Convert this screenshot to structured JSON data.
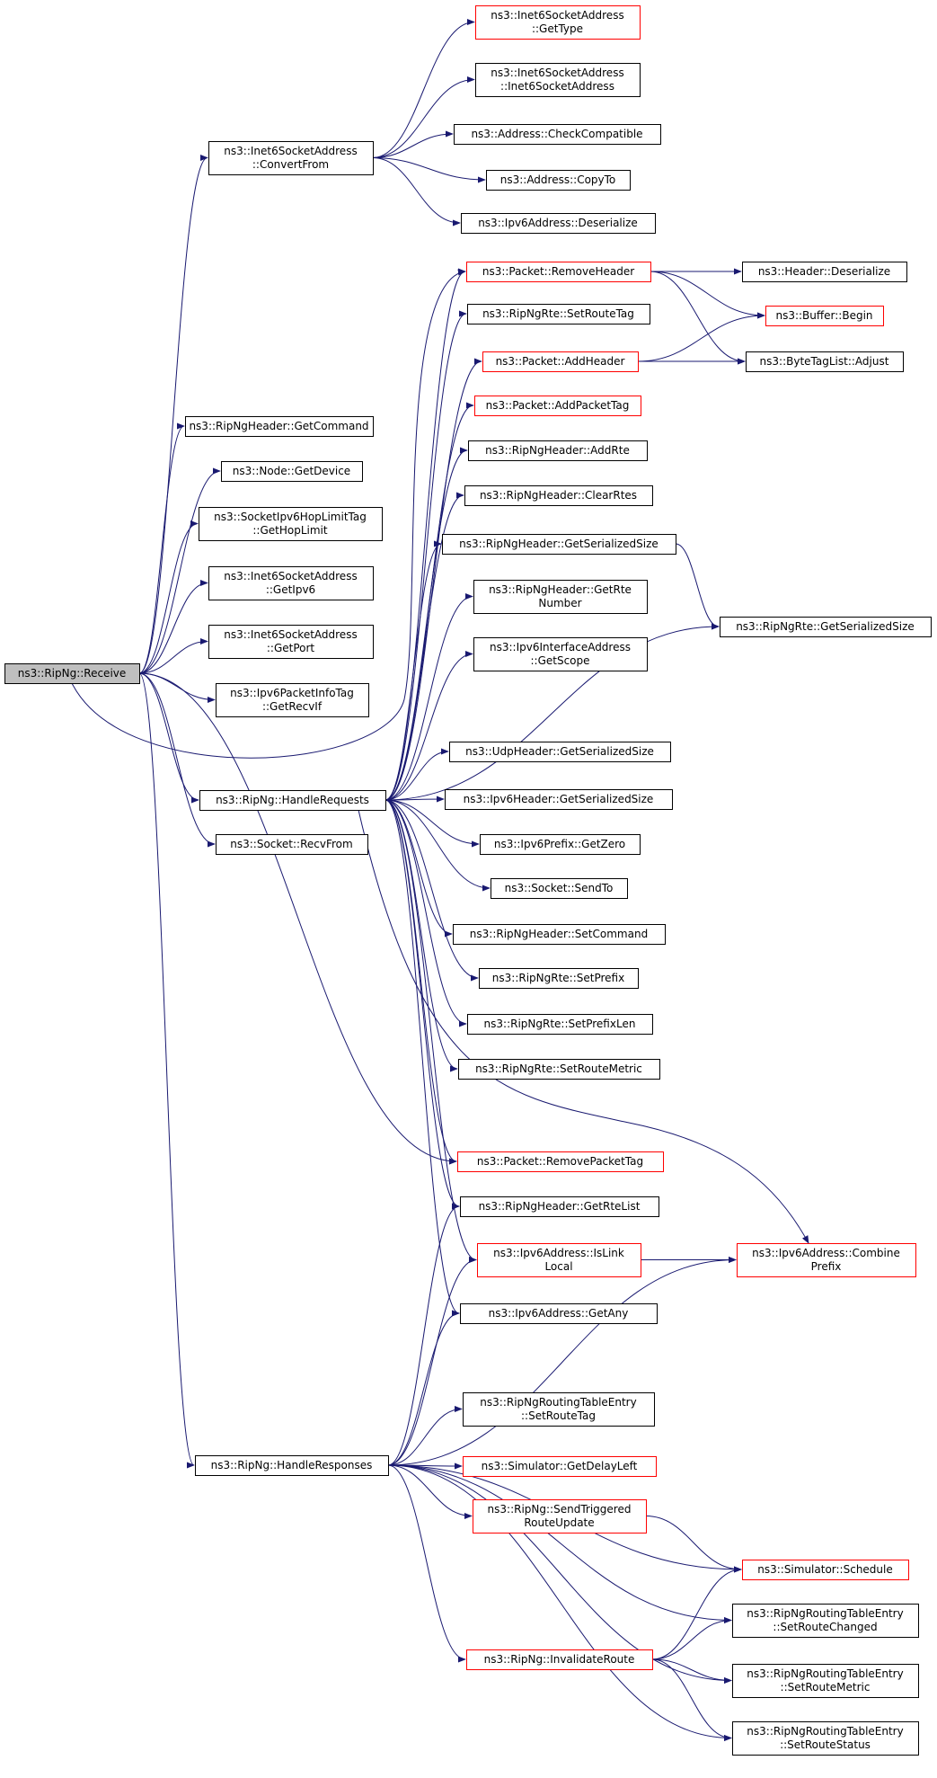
{
  "graph_title": "",
  "colors": {
    "edge": "#191970",
    "node_border": "#000000",
    "truncated_border": "#ff0000",
    "root_fill": "#bfbfbf"
  },
  "nodes": [
    {
      "id": "receive",
      "lines": [
        "ns3::RipNg::Receive"
      ],
      "style": "root"
    },
    {
      "id": "i6sa_convertfrom",
      "lines": [
        "ns3::Inet6SocketAddress",
        "::ConvertFrom"
      ]
    },
    {
      "id": "i6sa_gettype",
      "lines": [
        "ns3::Inet6SocketAddress",
        "::GetType"
      ],
      "style": "red"
    },
    {
      "id": "i6sa_ctor",
      "lines": [
        "ns3::Inet6SocketAddress",
        "::Inet6SocketAddress"
      ]
    },
    {
      "id": "addr_checkcompat",
      "lines": [
        "ns3::Address::CheckCompatible"
      ]
    },
    {
      "id": "addr_copyto",
      "lines": [
        "ns3::Address::CopyTo"
      ]
    },
    {
      "id": "ipv6addr_deserialize",
      "lines": [
        "ns3::Ipv6Address::Deserialize"
      ]
    },
    {
      "id": "pkt_removeheader",
      "lines": [
        "ns3::Packet::RemoveHeader"
      ],
      "style": "red"
    },
    {
      "id": "header_deserialize",
      "lines": [
        "ns3::Header::Deserialize"
      ]
    },
    {
      "id": "buffer_begin",
      "lines": [
        "ns3::Buffer::Begin"
      ],
      "style": "red"
    },
    {
      "id": "rte_setroutetag",
      "lines": [
        "ns3::RipNgRte::SetRouteTag"
      ]
    },
    {
      "id": "pkt_addheader",
      "lines": [
        "ns3::Packet::AddHeader"
      ],
      "style": "red"
    },
    {
      "id": "btl_adjust",
      "lines": [
        "ns3::ByteTagList::Adjust"
      ]
    },
    {
      "id": "pkt_addpackettag",
      "lines": [
        "ns3::Packet::AddPacketTag"
      ],
      "style": "red"
    },
    {
      "id": "hdr_getcommand",
      "lines": [
        "ns3::RipNgHeader::GetCommand"
      ]
    },
    {
      "id": "hdr_addrte",
      "lines": [
        "ns3::RipNgHeader::AddRte"
      ]
    },
    {
      "id": "node_getdevice",
      "lines": [
        "ns3::Node::GetDevice"
      ]
    },
    {
      "id": "hdr_clearrtes",
      "lines": [
        "ns3::RipNgHeader::ClearRtes"
      ]
    },
    {
      "id": "hoplimit_gethoplimit",
      "lines": [
        "ns3::SocketIpv6HopLimitTag",
        "::GetHopLimit"
      ]
    },
    {
      "id": "hdr_getserializedsize",
      "lines": [
        "ns3::RipNgHeader::GetSerializedSize"
      ]
    },
    {
      "id": "i6sa_getipv6",
      "lines": [
        "ns3::Inet6SocketAddress",
        "::GetIpv6"
      ]
    },
    {
      "id": "hdr_getrtenumber",
      "lines": [
        "ns3::RipNgHeader::GetRte",
        "Number"
      ]
    },
    {
      "id": "rte_getserializedsize",
      "lines": [
        "ns3::RipNgRte::GetSerializedSize"
      ]
    },
    {
      "id": "i6sa_getport",
      "lines": [
        "ns3::Inet6SocketAddress",
        "::GetPort"
      ]
    },
    {
      "id": "ifaddr_getscope",
      "lines": [
        "ns3::Ipv6InterfaceAddress",
        "::GetScope"
      ]
    },
    {
      "id": "pktinfo_getrecvif",
      "lines": [
        "ns3::Ipv6PacketInfoTag",
        "::GetRecvIf"
      ]
    },
    {
      "id": "udp_getserializedsize",
      "lines": [
        "ns3::UdpHeader::GetSerializedSize"
      ]
    },
    {
      "id": "handlerequests",
      "lines": [
        "ns3::RipNg::HandleRequests"
      ]
    },
    {
      "id": "ipv6hdr_getserializedsize",
      "lines": [
        "ns3::Ipv6Header::GetSerializedSize"
      ]
    },
    {
      "id": "socket_recvfrom",
      "lines": [
        "ns3::Socket::RecvFrom"
      ]
    },
    {
      "id": "prefix_getzero",
      "lines": [
        "ns3::Ipv6Prefix::GetZero"
      ]
    },
    {
      "id": "socket_sendto",
      "lines": [
        "ns3::Socket::SendTo"
      ]
    },
    {
      "id": "hdr_setcommand",
      "lines": [
        "ns3::RipNgHeader::SetCommand"
      ]
    },
    {
      "id": "rte_setprefix",
      "lines": [
        "ns3::RipNgRte::SetPrefix"
      ]
    },
    {
      "id": "rte_setprefixlen",
      "lines": [
        "ns3::RipNgRte::SetPrefixLen"
      ]
    },
    {
      "id": "rte_setroutemetric",
      "lines": [
        "ns3::RipNgRte::SetRouteMetric"
      ]
    },
    {
      "id": "pkt_removepackettag",
      "lines": [
        "ns3::Packet::RemovePacketTag"
      ],
      "style": "red"
    },
    {
      "id": "hdr_getrtelist",
      "lines": [
        "ns3::RipNgHeader::GetRteList"
      ]
    },
    {
      "id": "ipv6addr_islinklocal",
      "lines": [
        "ns3::Ipv6Address::IsLink",
        "Local"
      ],
      "style": "red"
    },
    {
      "id": "ipv6addr_combineprefix",
      "lines": [
        "ns3::Ipv6Address::Combine",
        "Prefix"
      ],
      "style": "red"
    },
    {
      "id": "ipv6addr_getany",
      "lines": [
        "ns3::Ipv6Address::GetAny"
      ]
    },
    {
      "id": "rtentry_setroutetag",
      "lines": [
        "ns3::RipNgRoutingTableEntry",
        "::SetRouteTag"
      ]
    },
    {
      "id": "handleresponses",
      "lines": [
        "ns3::RipNg::HandleResponses"
      ]
    },
    {
      "id": "sim_getdelayleft",
      "lines": [
        "ns3::Simulator::GetDelayLeft"
      ],
      "style": "red"
    },
    {
      "id": "sendtriggered",
      "lines": [
        "ns3::RipNg::SendTriggered",
        "RouteUpdate"
      ],
      "style": "red"
    },
    {
      "id": "sim_schedule",
      "lines": [
        "ns3::Simulator::Schedule"
      ],
      "style": "red"
    },
    {
      "id": "rtentry_setroutechanged",
      "lines": [
        "ns3::RipNgRoutingTableEntry",
        "::SetRouteChanged"
      ]
    },
    {
      "id": "invalidateroute",
      "lines": [
        "ns3::RipNg::InvalidateRoute"
      ],
      "style": "red"
    },
    {
      "id": "rtentry_setroutemetric",
      "lines": [
        "ns3::RipNgRoutingTableEntry",
        "::SetRouteMetric"
      ]
    },
    {
      "id": "rtentry_setroutestatus",
      "lines": [
        "ns3::RipNgRoutingTableEntry",
        "::SetRouteStatus"
      ]
    }
  ]
}
